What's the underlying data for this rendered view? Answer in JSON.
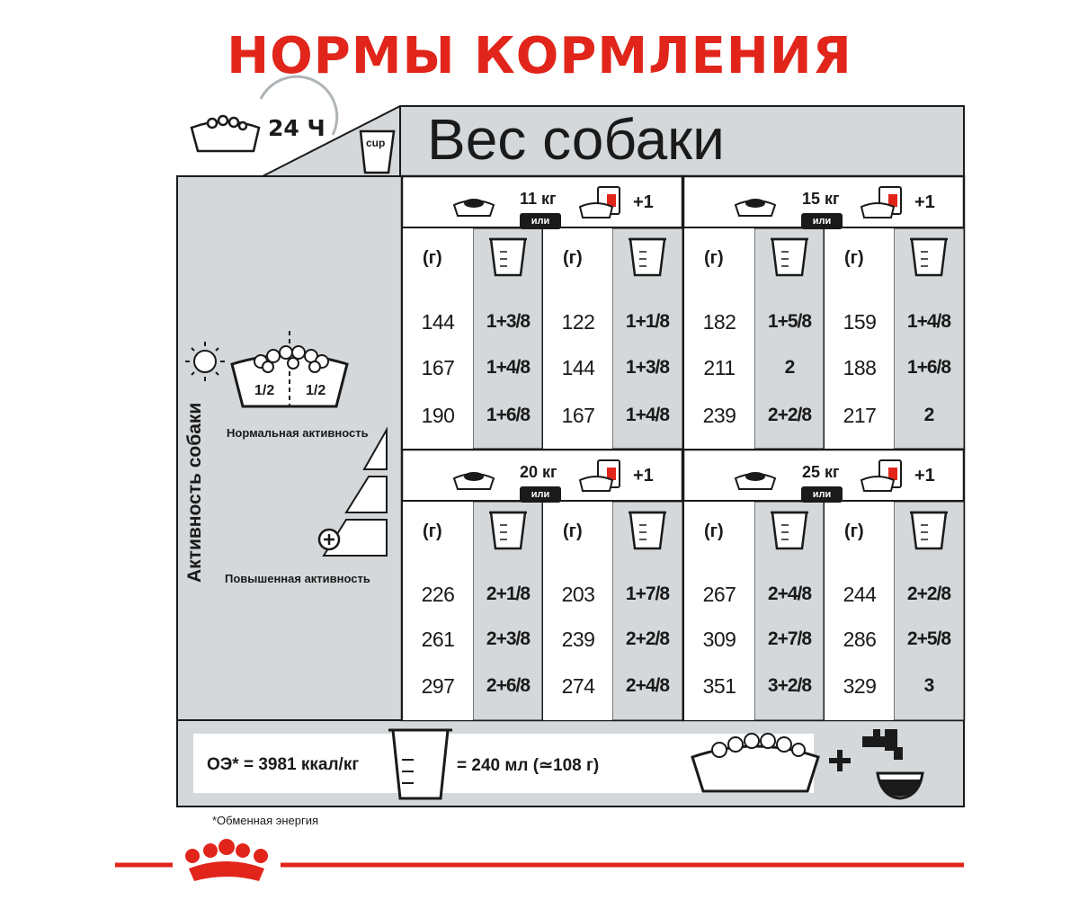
{
  "title": "НОРМЫ КОРМЛЕНИЯ",
  "header": {
    "period": "24 Ч",
    "cup_label": "cup",
    "weight_title": "Вес собаки"
  },
  "panels": [
    {
      "weight": "11 кг",
      "or_label": "или",
      "plus": "+1",
      "col_dry": {
        "unit": "(г)",
        "grams": [
          "144",
          "167",
          "190"
        ],
        "cups": [
          "1+3/8",
          "1+4/8",
          "1+6/8"
        ]
      },
      "col_mix": {
        "unit": "(г)",
        "grams": [
          "122",
          "144",
          "167"
        ],
        "cups": [
          "1+1/8",
          "1+3/8",
          "1+4/8"
        ]
      }
    },
    {
      "weight": "15 кг",
      "or_label": "или",
      "plus": "+1",
      "col_dry": {
        "unit": "(г)",
        "grams": [
          "182",
          "211",
          "239"
        ],
        "cups": [
          "1+5/8",
          "2",
          "2+2/8"
        ]
      },
      "col_mix": {
        "unit": "(г)",
        "grams": [
          "159",
          "188",
          "217"
        ],
        "cups": [
          "1+4/8",
          "1+6/8",
          "2"
        ]
      }
    },
    {
      "weight": "20 кг",
      "or_label": "или",
      "plus": "+1",
      "col_dry": {
        "unit": "(г)",
        "grams": [
          "226",
          "261",
          "297"
        ],
        "cups": [
          "2+1/8",
          "2+3/8",
          "2+6/8"
        ]
      },
      "col_mix": {
        "unit": "(г)",
        "grams": [
          "203",
          "239",
          "274"
        ],
        "cups": [
          "1+7/8",
          "2+2/8",
          "2+4/8"
        ]
      }
    },
    {
      "weight": "25 кг",
      "or_label": "или",
      "plus": "+1",
      "col_dry": {
        "unit": "(г)",
        "grams": [
          "267",
          "309",
          "351"
        ],
        "cups": [
          "2+4/8",
          "2+7/8",
          "3+2/8"
        ]
      },
      "col_mix": {
        "unit": "(г)",
        "grams": [
          "244",
          "286",
          "329"
        ],
        "cups": [
          "2+2/8",
          "2+5/8",
          "3"
        ]
      }
    }
  ],
  "activity": {
    "axis_label": "Активность собаки",
    "normal": "Нормальная активность",
    "high": "Повышенная активность",
    "half_left": "1/2",
    "half_right": "1/2"
  },
  "footer": {
    "energy": "ОЭ* = 3981 ккал/кг",
    "cup_equivalent": "= 240 мл (≃108 г)",
    "footnote": "*Обменная энергия"
  },
  "colors": {
    "accent": "#e1251b",
    "panel_gray": "#d4d8da",
    "ink": "#1a1a1a"
  }
}
